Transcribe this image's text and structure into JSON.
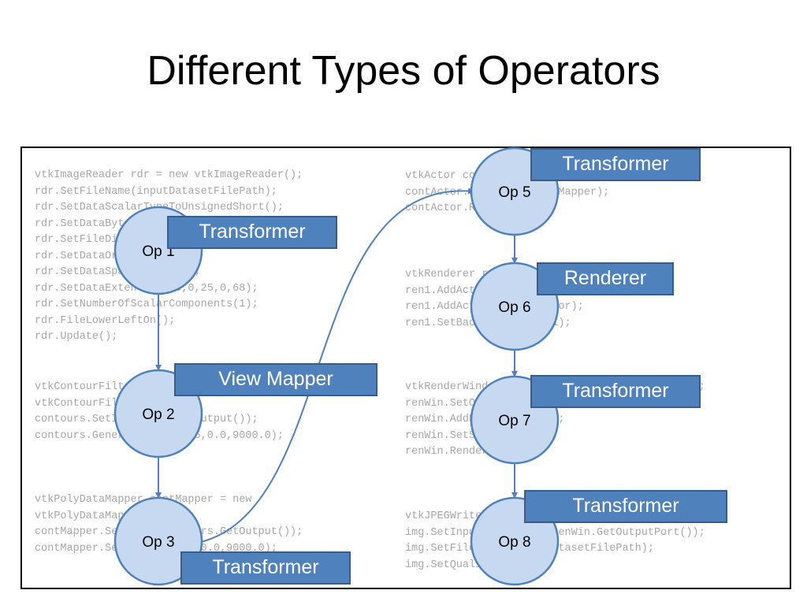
{
  "slide": {
    "title": "Different Types of Operators"
  },
  "code_blocks": {
    "reader": [
      "vtkImageReader rdr = new vtkImageReader();",
      "rdr.SetFileName(inputDatasetFilePath);",
      "rdr.SetDataScalarTypeToUnsignedShort();",
      "rdr.SetDataByteOrderToLittleEndian();",
      "rdr.SetFileDimensionality(3);",
      "rdr.SetDataOrigin(0,0,0);",
      "rdr.SetDataSpacing(1,1,1);",
      "rdr.SetDataExtent(0,230,0,25,0,68);",
      "rdr.SetNumberOfScalarComponents(1);",
      "rdr.FileLowerLeftOn();",
      "rdr.Update();"
    ],
    "contour": [
      "vtkContourFilter contours = new",
      "vtkContourFilter();",
      "contours.SetInput(rdr.GetOutput());",
      "contours.GenerateValues(35,0.0,9000.0);"
    ],
    "mapper": [
      "vtkPolyDataMapper contMapper = new",
      "vtkPolyDataMapper();",
      "contMapper.SetInput(contours.GetOutput());",
      "contMapper.SetScalarRange(0.0,9000.0);"
    ],
    "actor": [
      "vtkActor contActor = new vtkActor();",
      "contActor.SetMapper(contMapper);",
      "contActor.RotateX(105);"
    ],
    "renderer": [
      "vtkRenderer ren1 = new vtkRenderer();",
      "ren1.AddActor(contActor);",
      "ren1.AddActor(outlineActor);",
      "ren1.SetBackground(1,1,1);"
    ],
    "renwin": [
      "vtkRenderWindow renWin = new vtkRenderWindow();",
      "renWin.SetOffScreenRendering(1);",
      "renWin.AddRenderer(ren1);",
      "renWin.SetSize(300,300);",
      "renWin.Render();"
    ],
    "writer": [
      "vtkJPEGWriter img = new vtkJPEGWriter();",
      "img.SetInputConnection(renWin.GetOutputPort());",
      "img.SetFileName(outputDatasetFilePath);",
      "img.SetQuality(95);"
    ]
  },
  "nodes": [
    {
      "id": "op1",
      "label": "Op 1"
    },
    {
      "id": "op2",
      "label": "Op 2"
    },
    {
      "id": "op3",
      "label": "Op 3"
    },
    {
      "id": "op5",
      "label": "Op 5"
    },
    {
      "id": "op6",
      "label": "Op 6"
    },
    {
      "id": "op7",
      "label": "Op 7"
    },
    {
      "id": "op8",
      "label": "Op 8"
    }
  ],
  "tags": {
    "op1": "Transformer",
    "op2": "View Mapper",
    "op3": "Transformer",
    "op5": "Transformer",
    "op6": "Renderer",
    "op7": "Transformer",
    "op8": "Transformer"
  },
  "edges": [
    {
      "from": "op1",
      "to": "op2"
    },
    {
      "from": "op2",
      "to": "op3"
    },
    {
      "from": "op3",
      "to": "op5"
    },
    {
      "from": "op5",
      "to": "op6"
    },
    {
      "from": "op6",
      "to": "op7"
    },
    {
      "from": "op7",
      "to": "op8"
    }
  ],
  "colors": {
    "node_fill": "#c6d9f1",
    "node_stroke": "#4f81bd",
    "edge": "#4f81bd",
    "tag_fill": "#4f81bd",
    "tag_border": "#385d8a",
    "code_text": "#a6a6a6"
  }
}
